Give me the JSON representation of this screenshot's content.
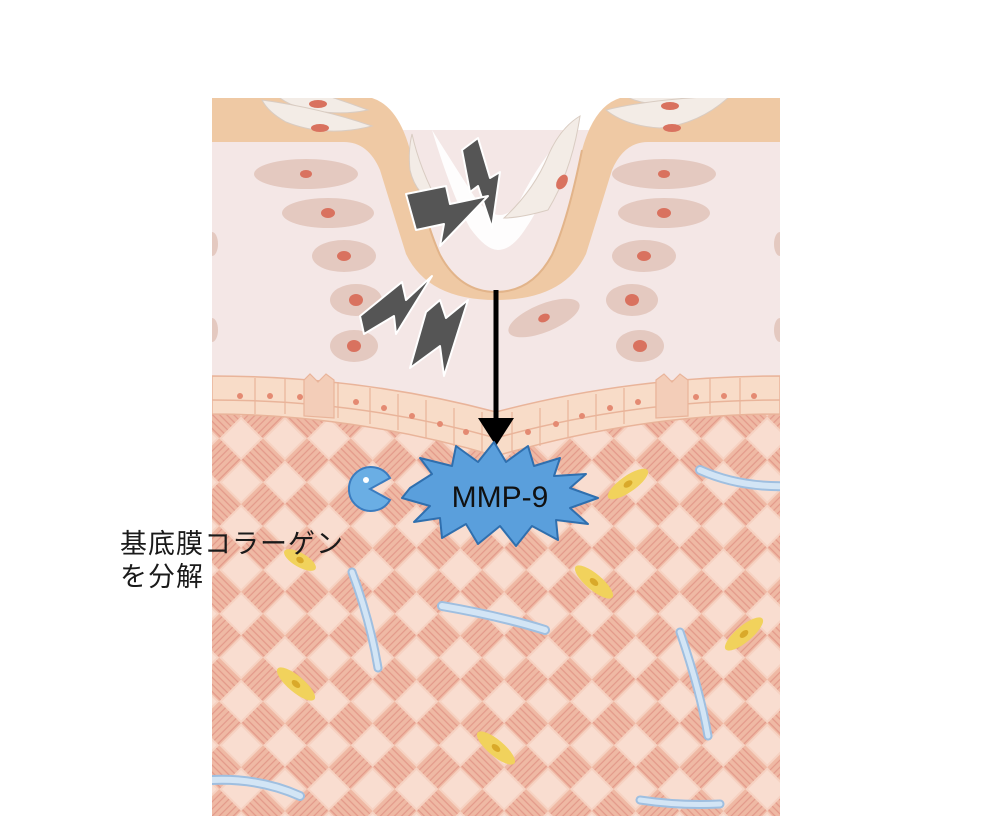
{
  "diagram": {
    "enzyme_label": "MMP-9",
    "caption_line1": "基底膜コラーゲン",
    "caption_line2": "を分解"
  },
  "colors": {
    "surface_layer": "#efc9a4",
    "epidermis": "#f4e7e6",
    "basal_cells": "#f8dcc8",
    "dermis": "#f3c9b6",
    "collagen_fiber": "#e9a896",
    "lightning": "#555555",
    "enzyme_burst": "#5a9fdc",
    "enzyme_pacman": "#6aaee4",
    "fibroblast": "#f1d25c",
    "capillary": "#c9def2",
    "arrow": "#000000"
  },
  "icons": [
    "lightning-bolt-icon",
    "pacman-enzyme-icon",
    "down-arrow-icon"
  ]
}
